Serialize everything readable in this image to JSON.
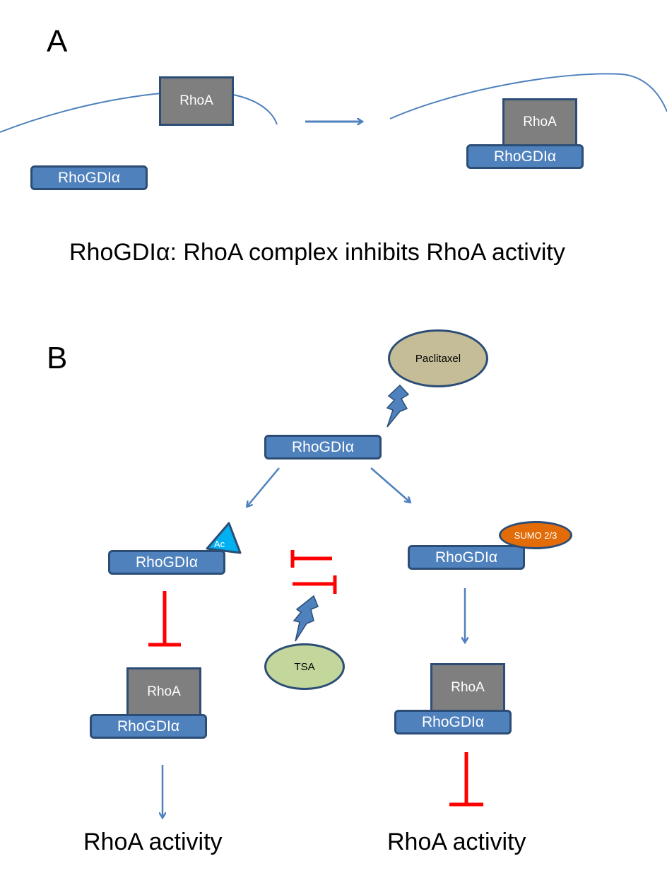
{
  "panel_a": {
    "label": "A",
    "membrane_protein": "RhoA",
    "free_protein": "RhoGDIα",
    "complex": {
      "top": "RhoA",
      "bottom": "RhoGDIα"
    },
    "caption": "RhoGDIα: RhoA complex inhibits RhoA activity"
  },
  "panel_b": {
    "label": "B",
    "drug": "Paclitaxel",
    "center_protein": "RhoGDIα",
    "left_protein": "RhoGDIα",
    "acetyl_tag": "Ac",
    "right_protein": "RhoGDIα",
    "sumo_tag": "SUMO 2/3",
    "inhibitor": "TSA",
    "left_complex": {
      "top": "RhoA",
      "bottom": "RhoGDIα"
    },
    "right_complex": {
      "top": "RhoA",
      "bottom": "RhoGDIα"
    },
    "left_outcome": "RhoA activity",
    "right_outcome": "RhoA activity"
  },
  "colors": {
    "protein_fill": "#4f81bd",
    "protein_border": "#2c4d75",
    "rhoa_fill": "#7f7f7f",
    "arrow": "#4f81bd",
    "inhibit": "#ff0000",
    "paclitaxel_fill": "#c4bd97",
    "tsa_fill": "#c3d69b",
    "sumo_fill": "#e36c09",
    "acetyl_fill": "#00b0f0"
  }
}
